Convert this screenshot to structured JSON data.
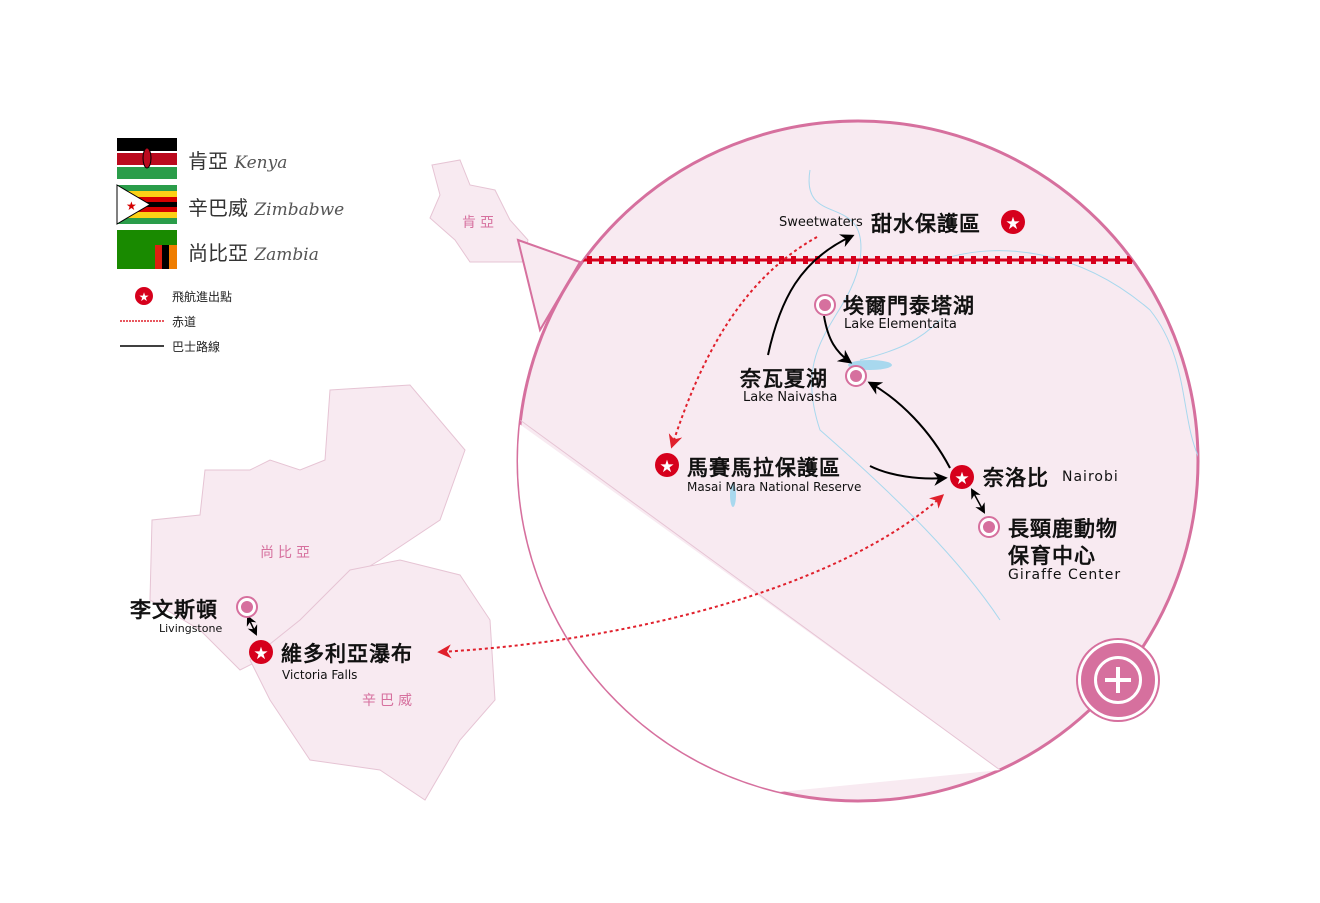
{
  "legend": {
    "countries": [
      {
        "cn": "肯亞",
        "en": "Kenya"
      },
      {
        "cn": "辛巴威",
        "en": "Zimbabwe"
      },
      {
        "cn": "尚比亞",
        "en": "Zambia"
      }
    ],
    "symbols": [
      {
        "icon": "red-star-icon",
        "label": "飛航進出點"
      },
      {
        "icon": "red-dotted-line",
        "label": "赤道"
      },
      {
        "icon": "black-line",
        "label": "巴士路線"
      }
    ]
  },
  "countries_on_map": {
    "kenya": "肯亞",
    "zambia": "尚比亞",
    "zimbabwe": "辛巴威"
  },
  "places": {
    "sweetwaters": {
      "cn": "甜水保護區",
      "en": "Sweetwaters"
    },
    "elementaita": {
      "cn": "埃爾門泰塔湖",
      "en": "Lake Elementaita"
    },
    "naivasha": {
      "cn": "奈瓦夏湖",
      "en": "Lake Naivasha"
    },
    "masai": {
      "cn": "馬賽馬拉保護區",
      "en": "Masai Mara National Reserve"
    },
    "nairobi": {
      "cn": "奈洛比",
      "en": "Nairobi"
    },
    "giraffe": {
      "cn1": "長頸鹿動物",
      "cn2": "保育中心",
      "en": "Giraffe Center"
    },
    "livingstone": {
      "cn": "李文斯頓",
      "en": "Livingstone"
    },
    "victoria": {
      "cn": "維多利亞瀑布",
      "en": "Victoria Falls"
    }
  },
  "colors": {
    "pink": "#d6709e",
    "fill": "#f8eaf1",
    "red": "#d6001c"
  }
}
